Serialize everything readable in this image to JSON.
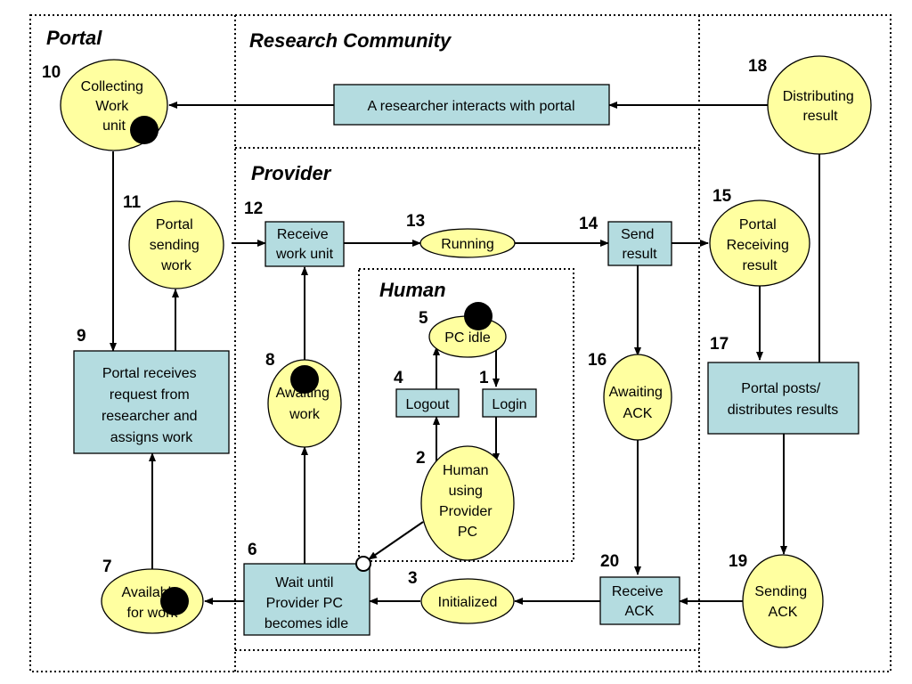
{
  "regions": {
    "portal": "Portal",
    "research_community": "Research Community",
    "provider": "Provider",
    "human": "Human"
  },
  "nodes": {
    "n10": {
      "num": "10",
      "lines": [
        "Collecting",
        "Work",
        "unit"
      ]
    },
    "n18": {
      "num": "18",
      "lines": [
        "Distributing",
        "result"
      ]
    },
    "researcher": {
      "lines": [
        "A researcher interacts with portal"
      ]
    },
    "n11": {
      "num": "11",
      "lines": [
        "Portal",
        "sending",
        "work"
      ]
    },
    "n12": {
      "num": "12",
      "lines": [
        "Receive",
        "work unit"
      ]
    },
    "n13": {
      "num": "13",
      "lines": [
        "Running"
      ]
    },
    "n14": {
      "num": "14",
      "lines": [
        "Send",
        "result"
      ]
    },
    "n15": {
      "num": "15",
      "lines": [
        "Portal",
        "Receiving",
        "result"
      ]
    },
    "n9": {
      "num": "9",
      "lines": [
        "Portal receives",
        "request from",
        "researcher and",
        "assigns work"
      ]
    },
    "n5": {
      "num": "5",
      "lines": [
        "PC idle"
      ]
    },
    "n4": {
      "num": "4",
      "lines": [
        "Logout"
      ]
    },
    "n1": {
      "num": "1",
      "lines": [
        "Login"
      ]
    },
    "n8": {
      "num": "8",
      "lines": [
        "Awaiting",
        "work"
      ]
    },
    "n16": {
      "num": "16",
      "lines": [
        "Awaiting",
        "ACK"
      ]
    },
    "n17": {
      "num": "17",
      "lines": [
        "Portal posts/",
        "distributes results"
      ]
    },
    "n2": {
      "num": "2",
      "lines": [
        "Human",
        "using",
        "Provider",
        "PC"
      ]
    },
    "n7": {
      "num": "7",
      "lines": [
        "Available",
        "for work"
      ]
    },
    "n6": {
      "num": "6",
      "lines": [
        "Wait until",
        "Provider PC",
        "becomes idle"
      ]
    },
    "n3": {
      "num": "3",
      "lines": [
        "Initialized"
      ]
    },
    "n20": {
      "num": "20",
      "lines": [
        "Receive",
        "ACK"
      ]
    },
    "n19": {
      "num": "19",
      "lines": [
        "Sending",
        "ACK"
      ]
    }
  },
  "colors": {
    "state_fill": "#ffffa0",
    "activity_fill": "#b4dce0",
    "token": "#000000"
  }
}
